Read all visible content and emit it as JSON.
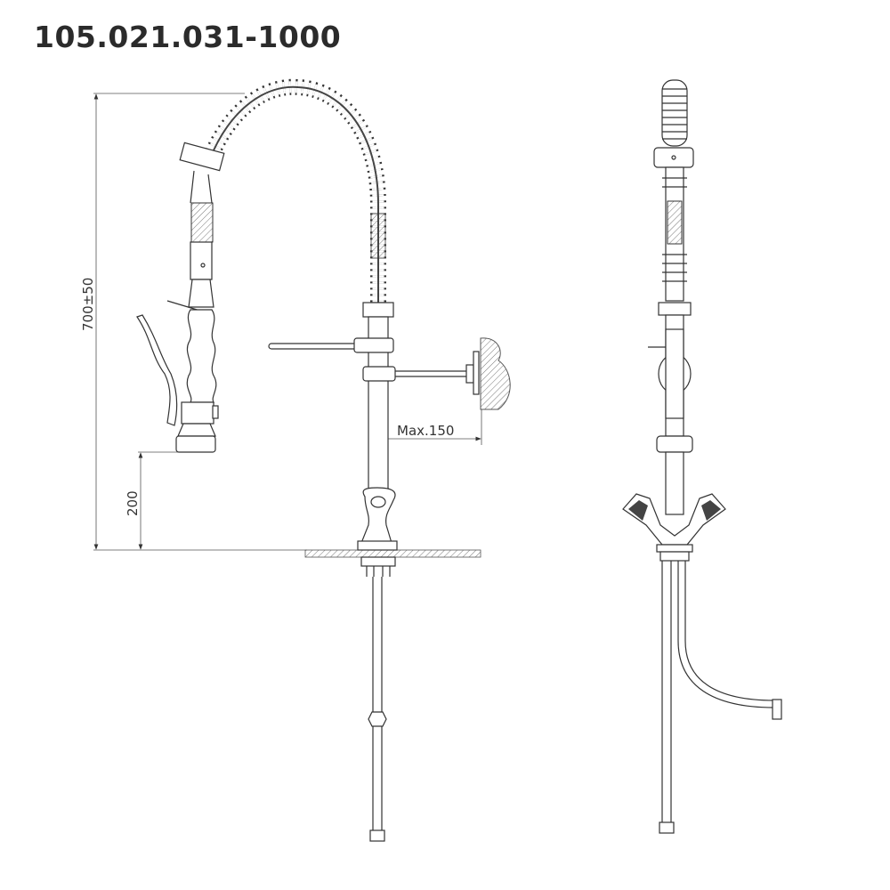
{
  "title": "105.021.031-1000",
  "dimensions": {
    "total_height": "700±50",
    "spout_height": "200",
    "wall_distance": "Max.150"
  }
}
